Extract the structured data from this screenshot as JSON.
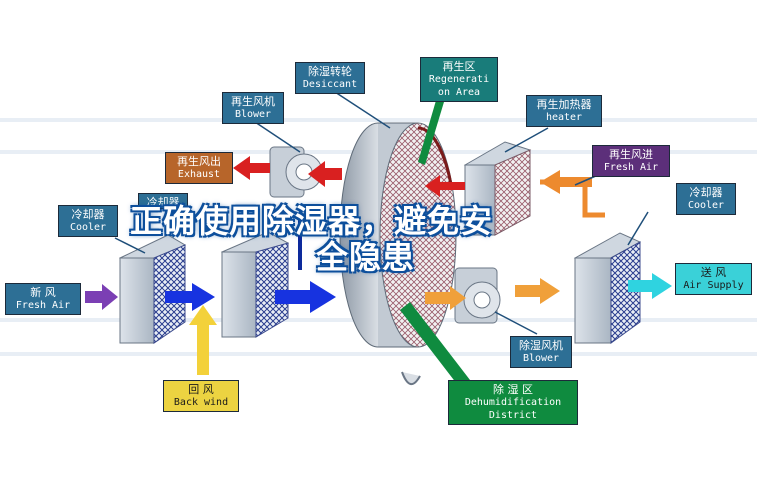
{
  "banner": {
    "line1": "正确使用除湿器，避免安",
    "line2": "全隐患"
  },
  "labels": {
    "desiccant": {
      "zh": "除湿转轮",
      "en": "Desiccant"
    },
    "regeneration_area": {
      "zh": "再生区",
      "en1": "Regenerati",
      "en2": "on Area"
    },
    "regen_blower": {
      "zh": "再生风机",
      "en": "Blower"
    },
    "regen_heater": {
      "zh": "再生加热器",
      "en": "heater"
    },
    "regen_exhaust": {
      "zh": "再生风出",
      "en": "Exhaust"
    },
    "regen_fresh_air": {
      "zh": "再生风进",
      "en": "Fresh Air"
    },
    "cooler_left": {
      "zh": "冷却器",
      "en": "Cooler"
    },
    "cooler_second": {
      "zh": "冷却器"
    },
    "cooler_right": {
      "zh": "冷却器",
      "en": "Cooler"
    },
    "fresh_air": {
      "zh": "新    风",
      "en": "Fresh Air"
    },
    "air_supply": {
      "zh": "送  风",
      "en": "Air Supply"
    },
    "back_wind": {
      "zh": "回    风",
      "en": "Back wind"
    },
    "dehum_blower": {
      "zh": "除湿风机",
      "en": "Blower"
    },
    "dehum_district": {
      "zh": "除    湿    区",
      "en1": "Dehumidification",
      "en2": "District"
    }
  },
  "colors": {
    "label_blue": "#2d6f95",
    "label_teal": "#197c7a",
    "label_green": "#0f8b3f",
    "label_orange": "#b7652a",
    "label_purple": "#5c2f7a",
    "label_yellow": "#ecd341",
    "label_cyan": "#3ad1d8",
    "arrow_blue": "#1733e0",
    "arrow_orange": "#f0a03a",
    "arrow_red": "#d92020",
    "arrow_purple": "#7b3fb4",
    "arrow_yellow": "#f3d13a",
    "arrow_cyan": "#2fd3e0",
    "wheel": "#c7ced6",
    "banner_outline": "#0d4f9c"
  }
}
